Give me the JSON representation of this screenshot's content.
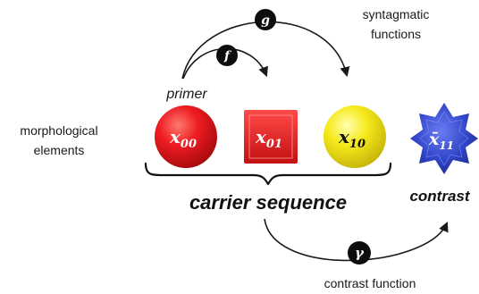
{
  "labels": {
    "syntagmatic_line1": "syntagmatic",
    "syntagmatic_line2": "functions",
    "morph_line1": "morphological",
    "morph_line2": "elements",
    "primer": "primer",
    "carrier_sequence": "carrier sequence",
    "contrast": "contrast",
    "contrast_function": "contrast function"
  },
  "function_nodes": {
    "g": "g",
    "f": "f",
    "gamma": "γ"
  },
  "elements": [
    {
      "id": "x00",
      "base": "x",
      "sub": "00",
      "shape": "circle",
      "color": "#e8141b",
      "text_color": "#ffffff"
    },
    {
      "id": "x01",
      "base": "x",
      "sub": "01",
      "shape": "square",
      "color": "#e01418",
      "text_color": "#ffffff"
    },
    {
      "id": "x10",
      "base": "x",
      "sub": "10",
      "shape": "circle",
      "color": "#f2e61a",
      "text_color": "#111111"
    },
    {
      "id": "x11",
      "base": "x̄",
      "sub": "11",
      "shape": "star",
      "color": "#2f43c7",
      "text_color": "#ffffff"
    }
  ],
  "colors": {
    "red": "#e8141b",
    "yellow": "#f2e61a",
    "blue": "#2f43c7",
    "node": "#0d0d0d",
    "line": "#1a1a1a"
  }
}
